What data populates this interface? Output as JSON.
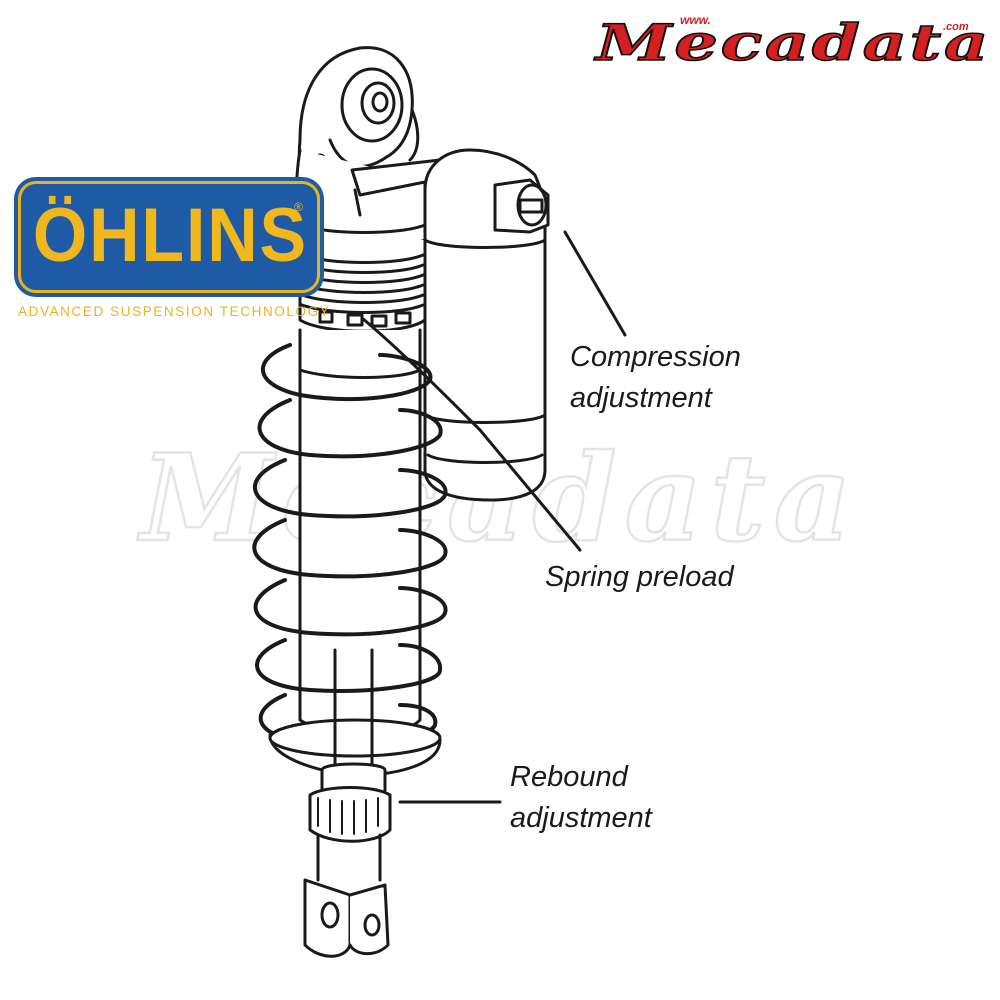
{
  "labels": {
    "compression": [
      "Compression",
      "adjustment"
    ],
    "preload": "Spring preload",
    "rebound": [
      "Rebound",
      "adjustment"
    ]
  },
  "brand": {
    "name": "ÖHLINS",
    "registered": "®",
    "tagline": "ADVANCED SUSPENSION TECHNOLOGY",
    "plate_color": "#1f5aa6",
    "text_color": "#f0b81c"
  },
  "site_logo": {
    "text": "Mecadata",
    "prefix": "www.",
    "suffix": ".com",
    "color": "#d42020"
  },
  "watermark": {
    "text": "Mecadata"
  },
  "colors": {
    "line": "#1a1a1a",
    "background": "#ffffff"
  }
}
